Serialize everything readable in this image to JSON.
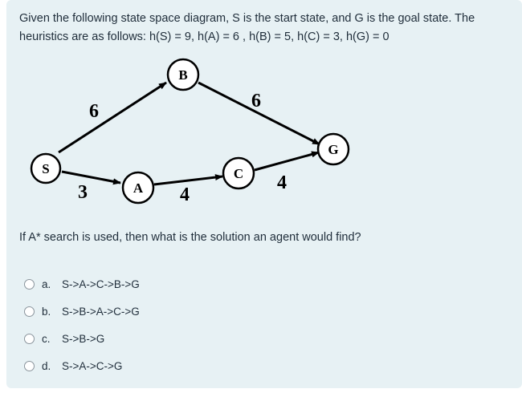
{
  "question": {
    "line1": "Given the following state space diagram, S is the start state, and G is the goal state. The",
    "line2": "heuristics are as follows: h(S) = 9, h(A) = 6 , h(B) = 5, h(C) = 3, h(G) = 0"
  },
  "graph": {
    "nodes": {
      "S": "S",
      "A": "A",
      "B": "B",
      "C": "C",
      "G": "G"
    },
    "weights": {
      "SB": "6",
      "BG": "6",
      "SA": "3",
      "AC": "4",
      "CG": "4"
    }
  },
  "prompt": "If A* search is used, then what is the solution an agent would find?",
  "options": [
    {
      "letter": "a.",
      "text": "S->A->C->B->G"
    },
    {
      "letter": "b.",
      "text": "S->B->A->C->G"
    },
    {
      "letter": "c.",
      "text": "S->B->G"
    },
    {
      "letter": "d.",
      "text": "S->A->C->G"
    }
  ]
}
